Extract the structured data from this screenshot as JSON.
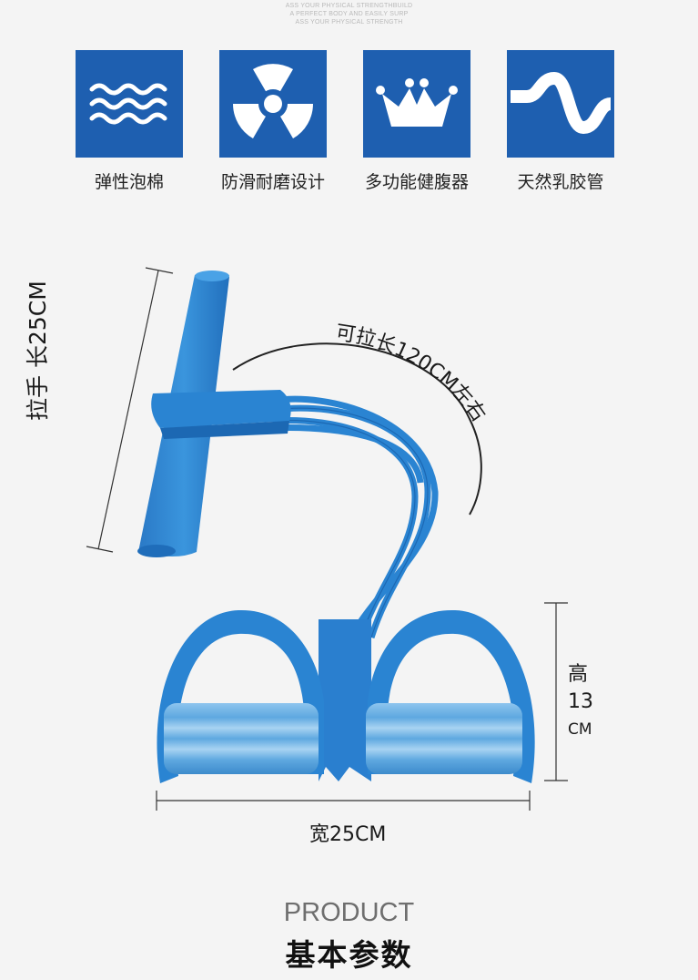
{
  "tagline": {
    "line1": "ASS YOUR PHYSICAL STRENGTHBUILD",
    "line2": "A PERFECT BODY AND EASILY SURP",
    "line3": "ASS YOUR PHYSICAL STRENGTH"
  },
  "features": [
    {
      "icon": "waves-icon",
      "label": "弹性泡棉"
    },
    {
      "icon": "anti-slip-icon",
      "label": "防滑耐磨设计"
    },
    {
      "icon": "crown-icon",
      "label": "多功能健腹器"
    },
    {
      "icon": "wave-tube-icon",
      "label": "天然乳胶管"
    }
  ],
  "dimensions": {
    "handle": "拉手 长25CM",
    "stretch": "可拉长120CM左右",
    "height_label": "高",
    "height_value": "13",
    "height_unit": "CM",
    "width": "宽25CM"
  },
  "footer": {
    "english": "PRODUCT",
    "chinese": "基本参数"
  },
  "colors": {
    "tile_blue": "#1e5fb0",
    "product_blue": "#2a84d2",
    "background": "#f4f4f4"
  }
}
